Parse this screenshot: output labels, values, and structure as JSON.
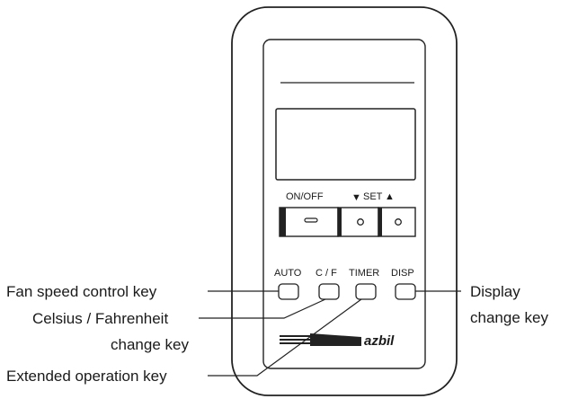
{
  "device": {
    "on_off_label": "ON/OFF",
    "set_label": "SET",
    "set_down_arrow": "▼",
    "set_up_arrow": "▲",
    "key_labels": {
      "auto": "AUTO",
      "cf": "C / F",
      "timer": "TIMER",
      "disp": "DISP"
    },
    "brand": "azbil"
  },
  "callouts": {
    "fan_speed": "Fan speed control key",
    "celsius_line1": "Celsius / Fahrenheit",
    "celsius_line2": "change key",
    "extended": "Extended operation key",
    "display_line1": "Display",
    "display_line2": "change key"
  }
}
